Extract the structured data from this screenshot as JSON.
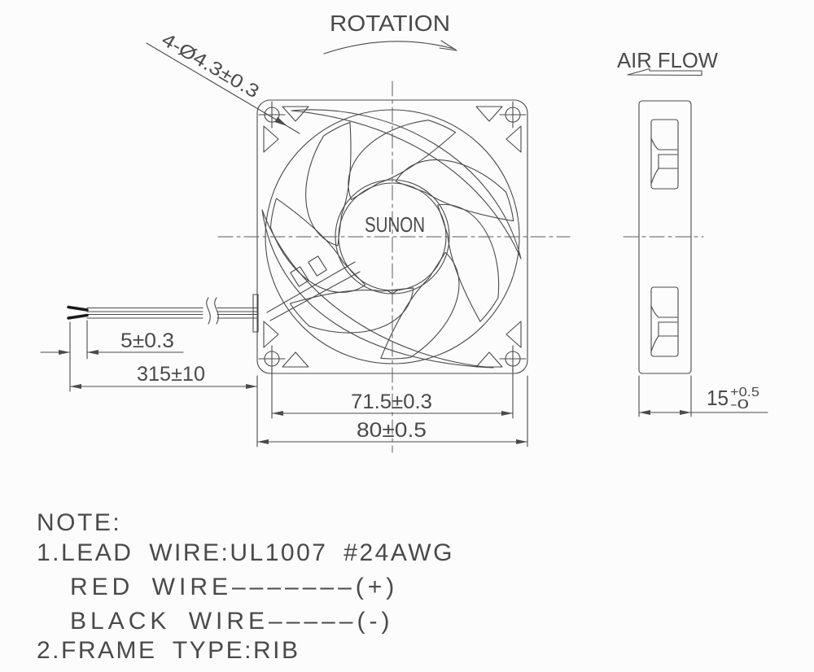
{
  "labels": {
    "rotation": "ROTATION",
    "air_flow": "AIR FLOW",
    "hub_brand": "SUNON"
  },
  "dimensions": {
    "mounting_holes": "4-Ø4.3±0.3",
    "lead_strip": "5±0.3",
    "lead_length": "315±10",
    "hole_pitch": "71.5±0.3",
    "frame_size": "80±0.5",
    "thickness": "15",
    "thickness_upper_tol": "+0.5",
    "thickness_lower_tol": "-0"
  },
  "note": {
    "heading": "NOTE:",
    "lines": [
      "1.LEAD WIRE:UL1007 #24AWG",
      "RED WIRE–––––––(+)",
      "BLACK WIRE–––––(-)",
      "2.FRAME TYPE:RIB"
    ]
  },
  "colors": {
    "line": "#4a4a4a",
    "background": "#fcfcfc"
  }
}
